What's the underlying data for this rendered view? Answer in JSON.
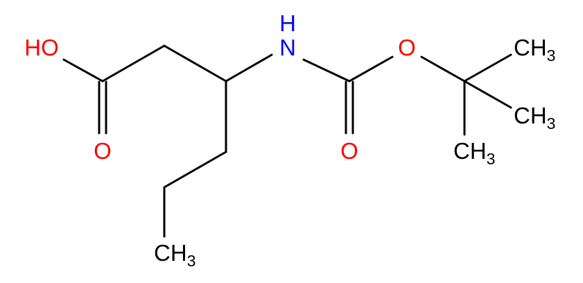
{
  "colors": {
    "bond": "#000000",
    "oxygen": "#ff0000",
    "nitrogen": "#0000ff",
    "carbon": "#000000",
    "background": "#ffffff"
  },
  "atoms": {
    "hydroxyl": "HO",
    "carbonyl_oxygen_acid": "O",
    "amine": {
      "symbol": "N",
      "hydrogen": "H"
    },
    "ester_oxygen": "O",
    "carbonyl_oxygen_carbamate": "O",
    "methyl_top": {
      "symbol": "CH",
      "count": "3"
    },
    "methyl_middle": {
      "symbol": "CH",
      "count": "3"
    },
    "methyl_bottom": {
      "symbol": "CH",
      "count": "3"
    },
    "terminal_methyl": {
      "symbol": "CH",
      "count": "3"
    }
  }
}
